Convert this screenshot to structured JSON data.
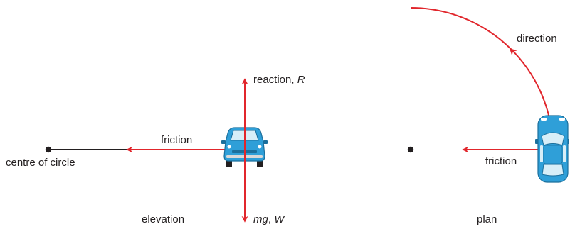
{
  "elevation": {
    "centre_label": "centre of circle",
    "friction_label": "friction",
    "reaction_prefix": "reaction, ",
    "reaction_symbol": "R",
    "weight_symbol_a": "mg",
    "weight_separator": ", ",
    "weight_symbol_b": "W",
    "caption": "elevation"
  },
  "plan": {
    "direction_label": "direction",
    "friction_label": "friction",
    "caption": "plan"
  },
  "colors": {
    "force_arrow": "#e1262c",
    "car_body": "#2f9fd8",
    "line": "#231f20",
    "text": "#231f20"
  }
}
